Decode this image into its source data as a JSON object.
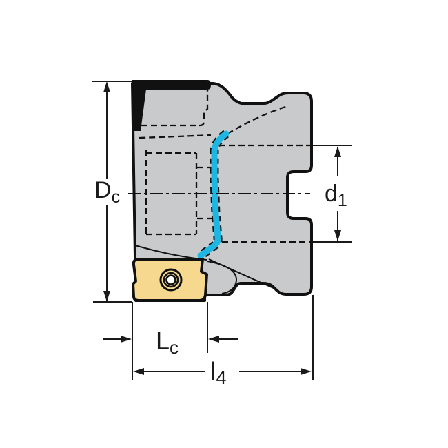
{
  "drawing": {
    "description": "technical-drawing-milling-cutter-side-view",
    "labels": {
      "dc": {
        "main": "D",
        "sub": "c"
      },
      "d1": {
        "main": "d",
        "sub": "1"
      },
      "lc": {
        "main": "L",
        "sub": "c"
      },
      "l4": {
        "main": "l",
        "sub": "4"
      }
    }
  },
  "colors": {
    "background": "#ffffff",
    "body-fill": "#c9cacc",
    "outline": "#111111",
    "insert-fill": "#f6d88e",
    "highlight": "#1eb6e2",
    "dimension": "#1a1a1a"
  }
}
